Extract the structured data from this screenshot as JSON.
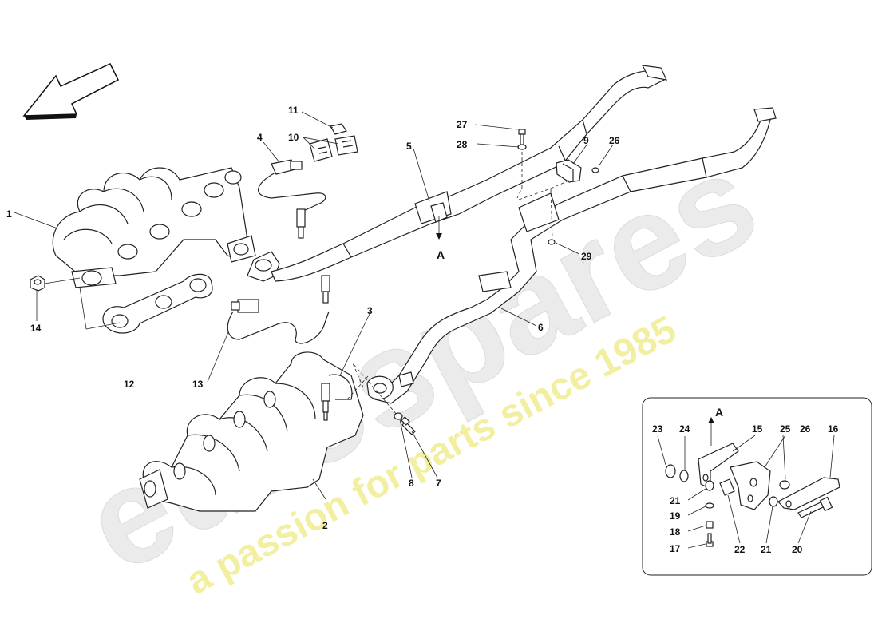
{
  "colors": {
    "line": "#222222",
    "watermark_logo": "#e8e8e8",
    "watermark_text": "#f4f1a6"
  },
  "watermark": {
    "logo_text": "eurospares",
    "tagline": "a passion for parts since 1985"
  },
  "arrow_ref": "A",
  "labels": {
    "n1": "1",
    "n2": "2",
    "n3": "3",
    "n4": "4",
    "n5": "5",
    "n6": "6",
    "n7": "7",
    "n8": "8",
    "n9": "9",
    "n10": "10",
    "n11": "11",
    "n12": "12",
    "n13": "13",
    "n14": "14",
    "n26": "26",
    "n27": "27",
    "n28": "28",
    "n29": "29"
  },
  "inset": {
    "ref": "A",
    "labels": {
      "n15": "15",
      "n16": "16",
      "n17": "17",
      "n18": "18",
      "n19": "19",
      "n20": "20",
      "n21a": "21",
      "n21b": "21",
      "n22": "22",
      "n23": "23",
      "n24": "24",
      "n25": "25",
      "n26": "26"
    }
  }
}
